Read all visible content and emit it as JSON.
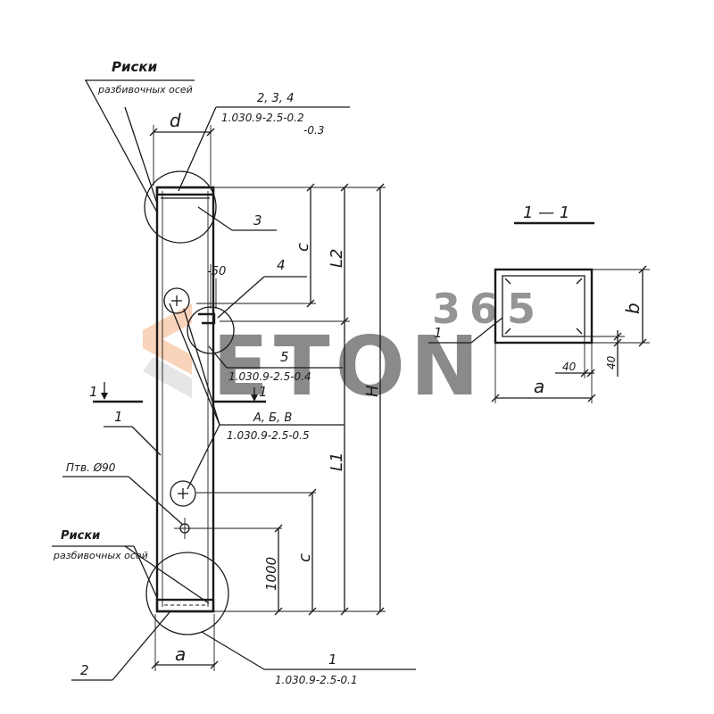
{
  "watermark": {
    "number": "365",
    "text": "ETON",
    "colors": {
      "accent": "#f2a36a",
      "gray": "#d4d4d4"
    }
  },
  "elevation": {
    "top_callout": {
      "title": "Риски",
      "subtitle": "разбивочных осей"
    },
    "bottom_callout": {
      "title": "Риски",
      "subtitle": "разбивочных осей"
    },
    "labels": {
      "d": "d",
      "a": "a",
      "c_upper": "c",
      "c_lower": "c",
      "L2": "L2",
      "L1": "L1",
      "H": "H",
      "dim_1000": "1000",
      "dim_50": "50",
      "hole": "Птв. Ø90",
      "section_mark_left": "1",
      "section_mark_right": "1"
    },
    "callouts": [
      {
        "pos": "2, 3, 4",
        "ref": "1.030.9-2.5-0.2",
        "ref2": "-0.3"
      },
      {
        "pos": "3"
      },
      {
        "pos": "4"
      },
      {
        "pos": "5",
        "ref": "1.030.9-2.5-0.4"
      },
      {
        "pos": "А, Б, В",
        "ref": "1.030.9-2.5-0.5"
      },
      {
        "pos": "1"
      },
      {
        "pos": "2"
      },
      {
        "pos": "1",
        "ref": "1.030.9-2.5-0.1"
      }
    ]
  },
  "section": {
    "title": "1 — 1",
    "labels": {
      "pos": "1",
      "b": "b",
      "a": "a",
      "dim_40_h": "40",
      "dim_40_v": "40"
    }
  }
}
